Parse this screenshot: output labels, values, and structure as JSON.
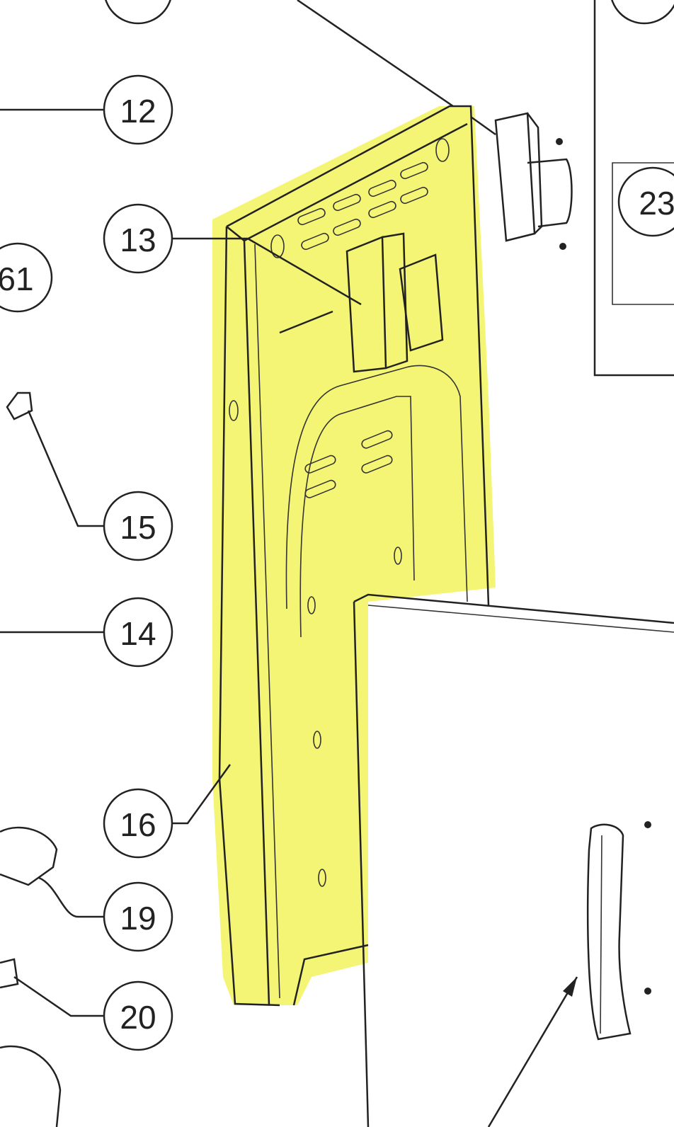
{
  "diagram": {
    "highlight_color": "#f4f466",
    "line_color": "#222222",
    "callouts": {
      "c12": "12",
      "c13": "13",
      "c61": "61",
      "c15": "15",
      "c14": "14",
      "c16": "16",
      "c19": "19",
      "c20": "20",
      "c23": "23"
    }
  }
}
